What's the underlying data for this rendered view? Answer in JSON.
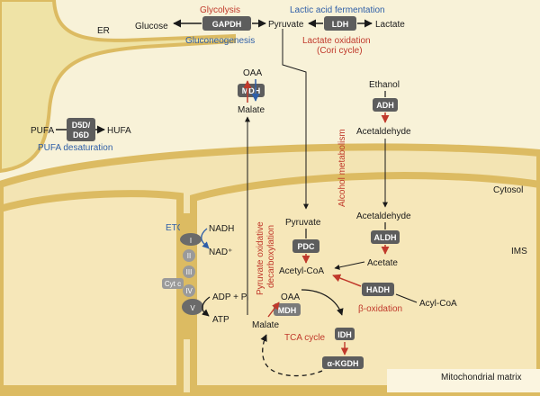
{
  "compartments": {
    "er": "ER",
    "cytosol": "Cytosol",
    "ims": "IMS",
    "matrix": "Mitochondrial matrix"
  },
  "glycolysis": {
    "glucose": "Glucose",
    "enzyme": "GAPDH",
    "pyruvate": "Pyruvate",
    "forward": "Glycolysis",
    "reverse": "Gluconeogenesis"
  },
  "lactate": {
    "fermentation": "Lactic acid fermentation",
    "enzyme": "LDH",
    "lactate": "Lactate",
    "oxidation": "Lactate oxidation",
    "cori": "(Cori cycle)"
  },
  "malate_shuttle": {
    "oaa": "OAA",
    "enzyme": "MDH",
    "malate": "Malate"
  },
  "pufa": {
    "substrate": "PUFA",
    "enzyme_line1": "D5D/",
    "enzyme_line2": "D6D",
    "product": "HUFA",
    "process": "PUFA desaturation"
  },
  "alcohol": {
    "ethanol": "Ethanol",
    "adh": "ADH",
    "acetaldehyde_cytosol": "Acetaldehyde",
    "label": "Alcohol metabolism",
    "acetaldehyde_mito": "Acetaldehyde",
    "aldh": "ALDH",
    "acetate": "Acetate"
  },
  "etc": {
    "label": "ETC",
    "nadh": "NADH",
    "nad": "NAD⁺",
    "complex_i": "I",
    "complex_ii": "II",
    "complex_iii": "III",
    "cyt_c": "Cyt c",
    "complex_iv": "IV",
    "complex_v": "V",
    "adp": "ADP + Pᵢ",
    "atp": "ATP"
  },
  "pyruvate_oxidation": {
    "label_line1": "Pyruvate oxidative",
    "label_line2": "decarboxylation",
    "pyruvate": "Pyruvate",
    "pdc": "PDC",
    "acetyl_coa": "Acetyl-CoA"
  },
  "beta_oxidation": {
    "enzyme": "HADH",
    "acyl_coa": "Acyl-CoA",
    "label": "β-oxidation"
  },
  "tca": {
    "oaa": "OAA",
    "mdh": "MDH",
    "malate": "Malate",
    "label": "TCA cycle",
    "idh": "IDH",
    "akgdh": "α-KGDH"
  },
  "colors": {
    "er": "#efe3a6",
    "cytosol": "#f8f2d8",
    "membrane": "#dcbb62",
    "mito_matrix": "#f6e7b9",
    "enzyme_box": "#5d5d5d",
    "red_label": "#c0392b",
    "blue_label": "#2f5fa8"
  }
}
